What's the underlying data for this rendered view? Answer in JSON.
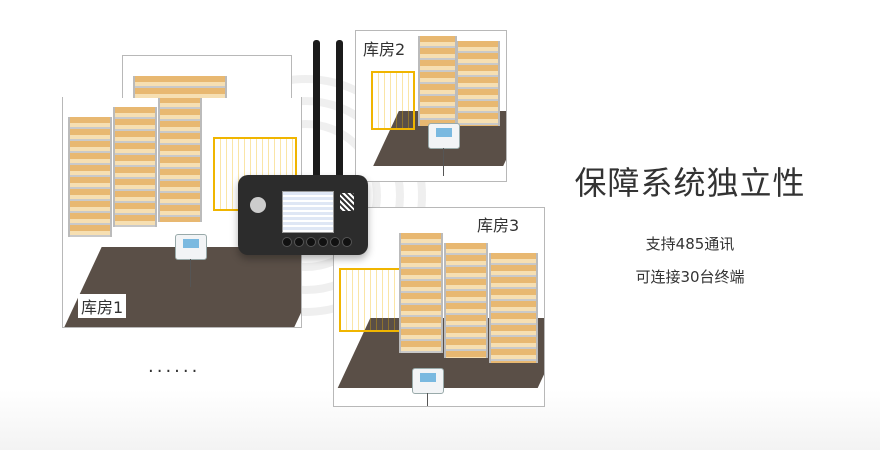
{
  "warehouses": [
    {
      "label": "库房1"
    },
    {
      "label": "库房2"
    },
    {
      "label": "库房3"
    }
  ],
  "more_indicator": "......",
  "headline": "保障系统独立性",
  "features": [
    "支持485通讯",
    "可连接30台终端"
  ],
  "colors": {
    "text": "#333333",
    "rack": "#e8b871",
    "fence": "#f0b500",
    "device": "#2c2c2c"
  }
}
